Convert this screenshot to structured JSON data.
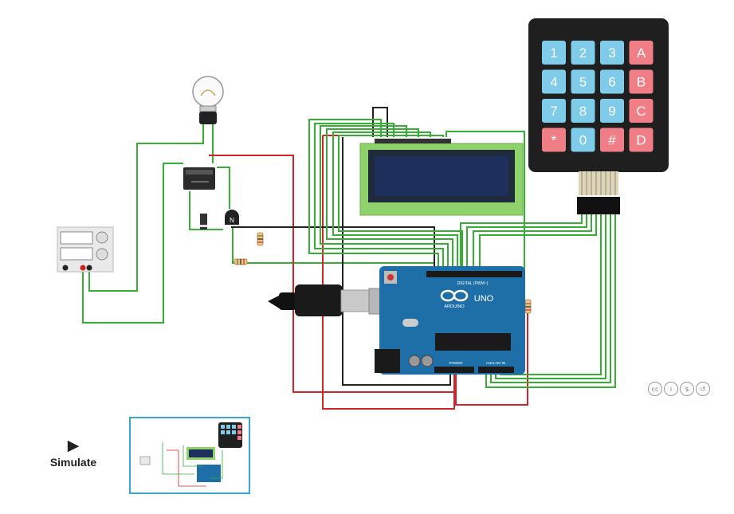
{
  "simulate": {
    "icon": "play-icon",
    "label": "Simulate"
  },
  "keypad": {
    "keys": [
      "1",
      "2",
      "3",
      "A",
      "4",
      "5",
      "6",
      "B",
      "7",
      "8",
      "9",
      "C",
      "*",
      "0",
      "#",
      "D"
    ],
    "colors": {
      "digit": "#7ecbea",
      "letter": "#f07e86",
      "body": "#1f1f1f"
    }
  },
  "board": {
    "logo_text": "ARDUINO",
    "model": "UNO",
    "digital_label": "DIGITAL (PWM~)",
    "power_label": "POWER",
    "analog_label": "ANALOG IN"
  },
  "transistor": {
    "label": "N"
  },
  "license": {
    "icons": [
      "cc-icon",
      "by-icon",
      "nc-icon",
      "sa-icon"
    ],
    "badges": [
      "cc",
      "i",
      "$",
      "↺"
    ]
  },
  "colors": {
    "wire_green": "#35b035",
    "wire_red": "#d0242a",
    "wire_black": "#222222",
    "board": "#1e6fa8",
    "lcd": "#1d2f5a",
    "lcd_frame": "#8fd16b"
  }
}
